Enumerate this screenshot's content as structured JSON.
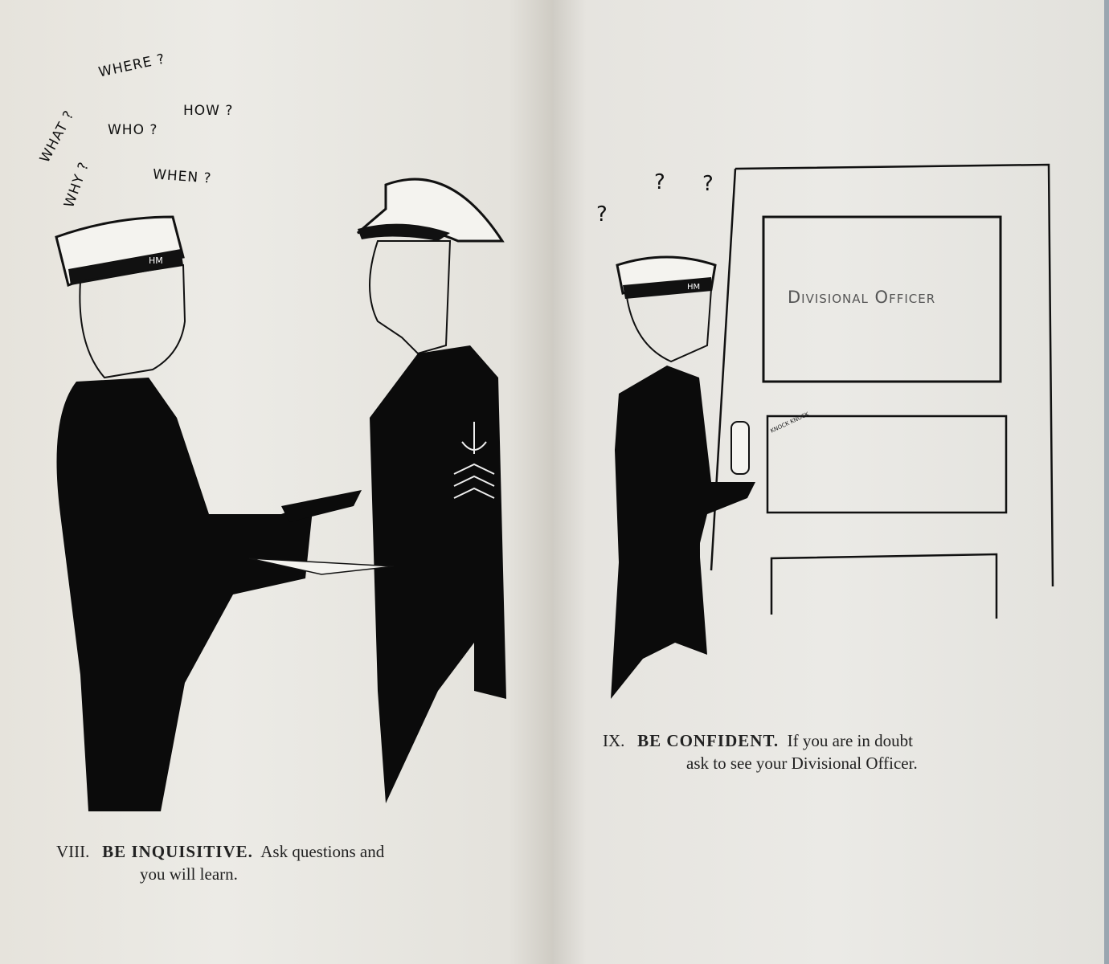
{
  "left_page": {
    "questions": [
      "WHERE ?",
      "HOW ?",
      "WHO ?",
      "WHAT ?",
      "WHY ?",
      "WHEN ?"
    ],
    "cap_band": "HM",
    "caption": {
      "numeral": "VIII.",
      "heading": "BE INQUISITIVE.",
      "text_line1": "Ask questions and",
      "text_line2": "you will learn."
    }
  },
  "right_page": {
    "question_marks": [
      "?",
      "?",
      "?"
    ],
    "cap_band": "HM",
    "door_sign": "Divisional Officer",
    "knock_text": "KNOCK KNOCK",
    "caption": {
      "numeral": "IX.",
      "heading": "BE CONFIDENT.",
      "text_line1": "If you are in doubt",
      "text_line2": "ask to see your Divisional Officer."
    }
  }
}
